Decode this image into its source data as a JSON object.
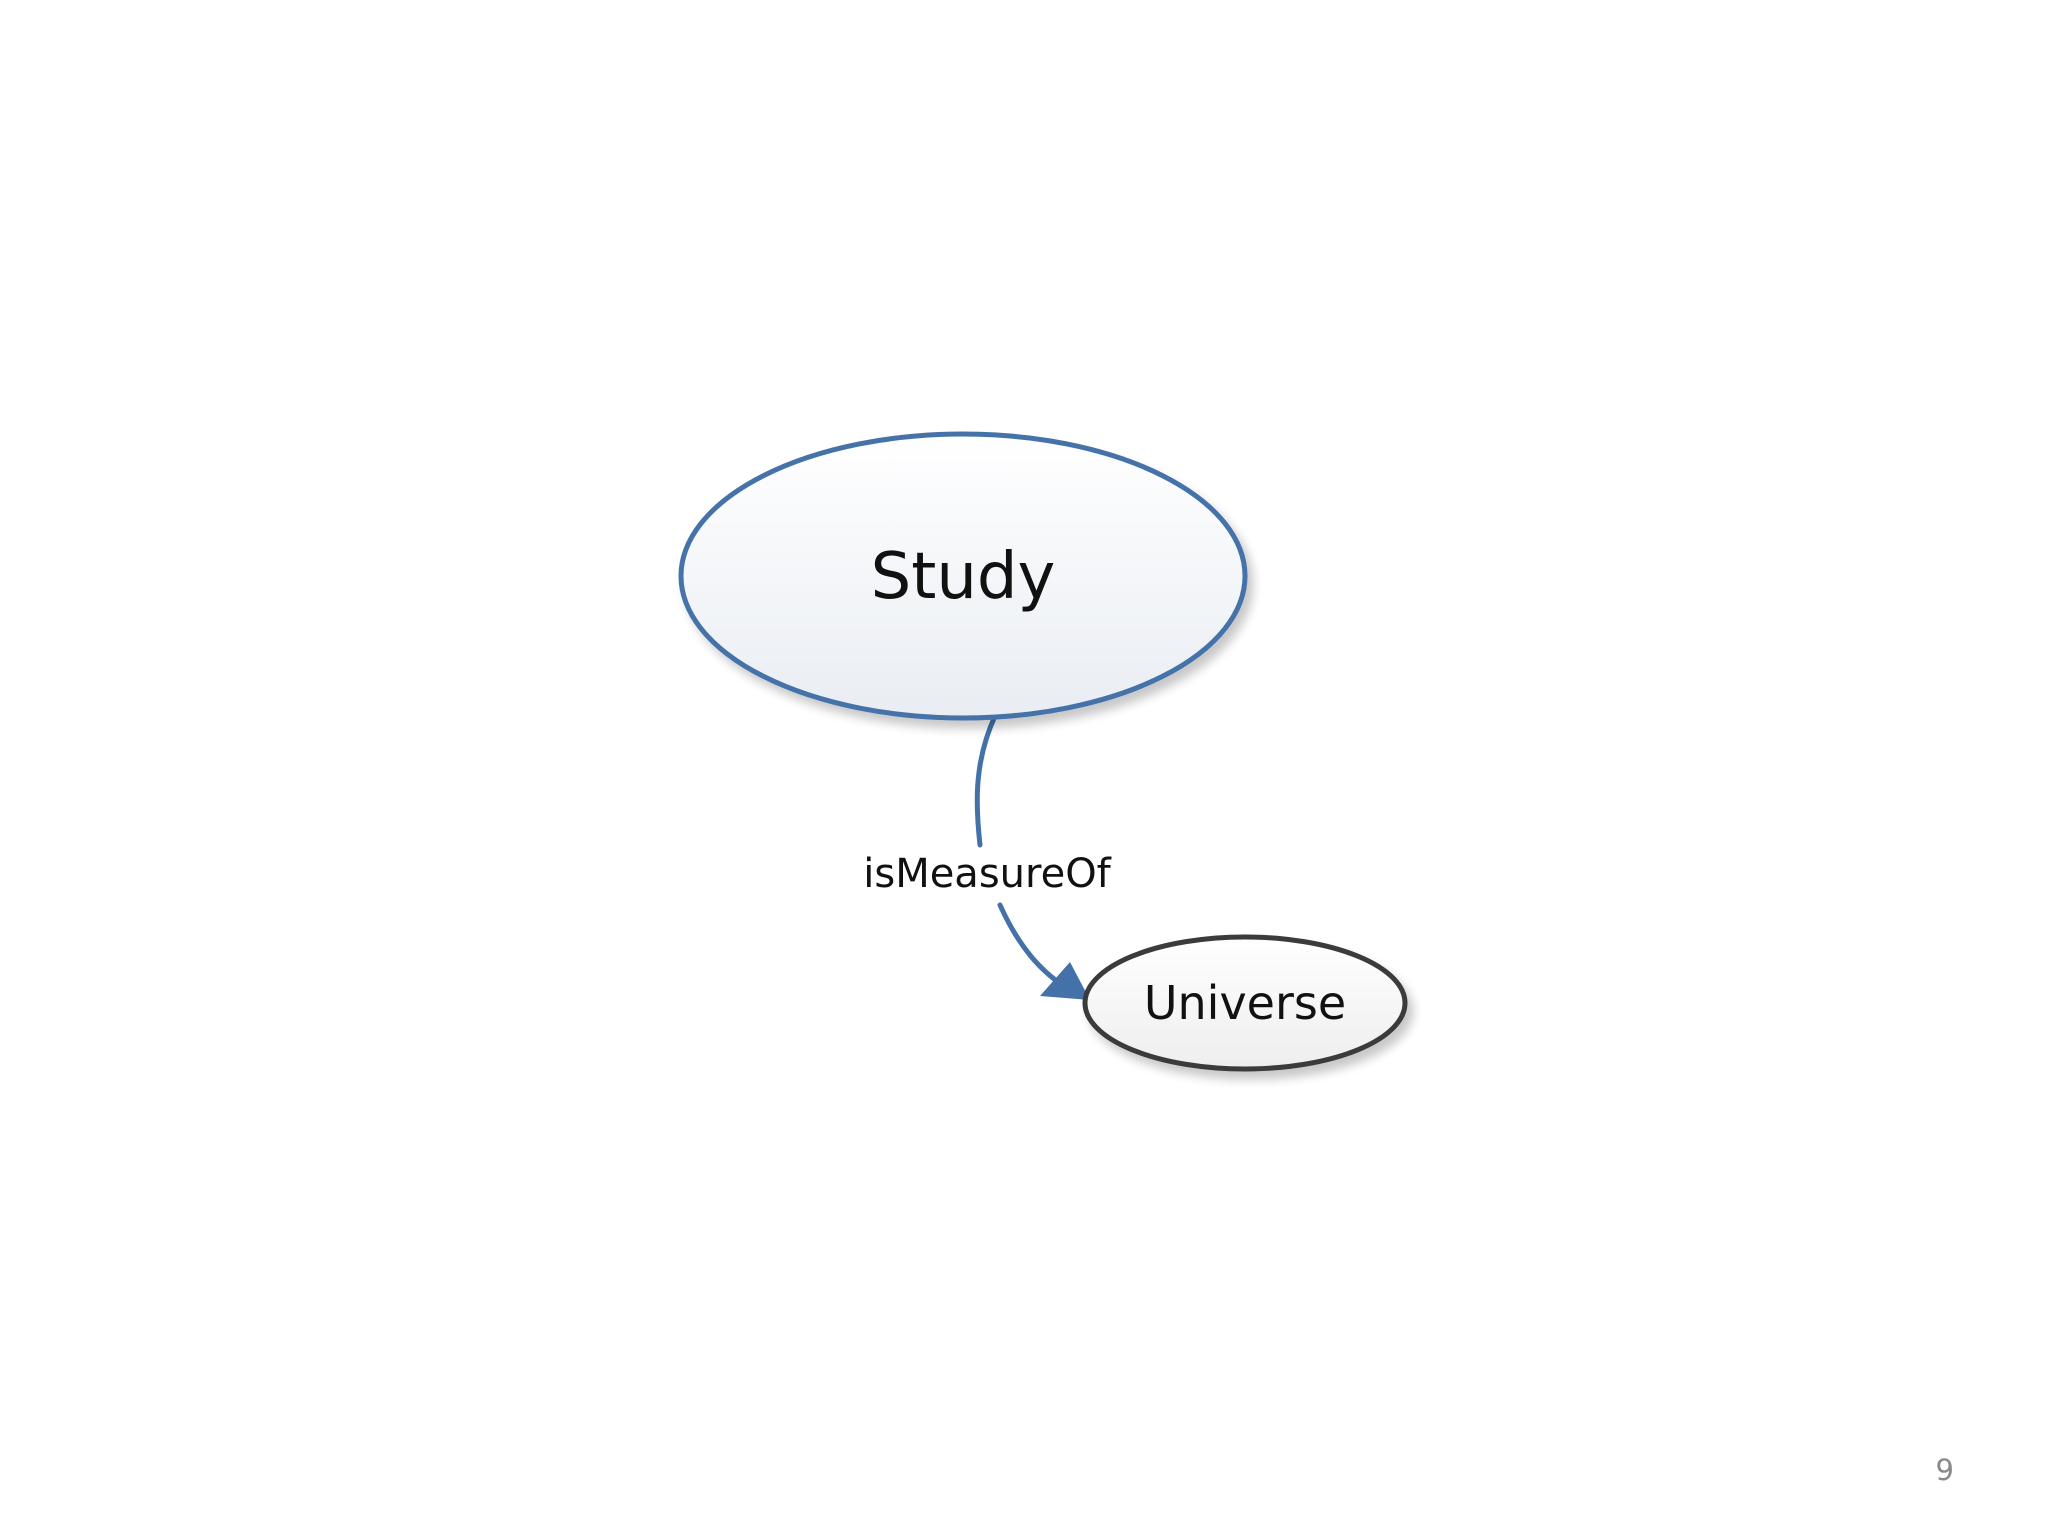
{
  "diagram": {
    "nodes": [
      {
        "id": "study",
        "label": "Study",
        "border_color": "#4472a8"
      },
      {
        "id": "universe",
        "label": "Universe",
        "border_color": "#3a3a3a"
      }
    ],
    "edges": [
      {
        "from": "study",
        "to": "universe",
        "label": "isMeasureOf",
        "color": "#4472a8"
      }
    ]
  },
  "slide": {
    "page_number": "9"
  }
}
